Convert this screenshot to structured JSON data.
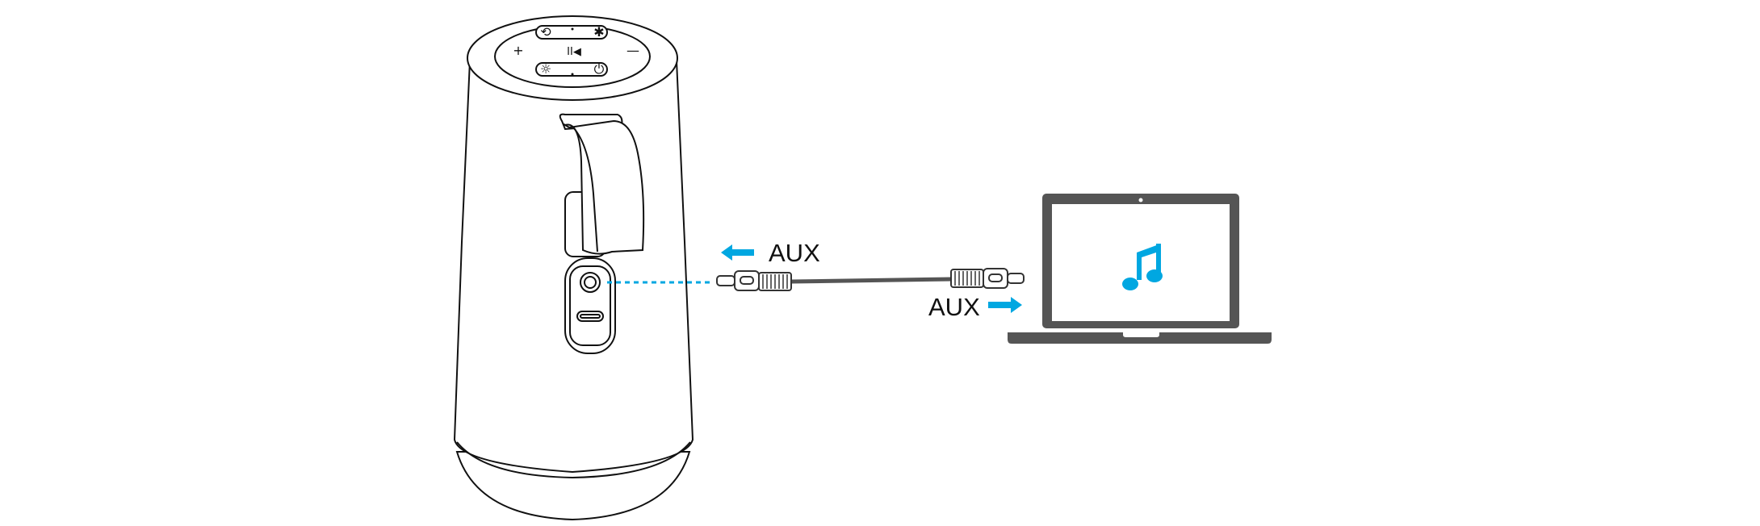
{
  "diagram": {
    "labels": {
      "aux_input": "AUX",
      "aux_output": "AUX"
    },
    "speaker_buttons": {
      "volume_up": "+",
      "volume_down": "—",
      "play_pause": "II◀"
    },
    "icons": [
      "speaker",
      "carry-strap",
      "aux-port",
      "usb-c-port",
      "aux-cable",
      "arrow-left",
      "arrow-right",
      "laptop",
      "music-note-icon",
      "bluetooth-icon",
      "light-icon",
      "power-icon",
      "party-icon"
    ],
    "colors": {
      "accent": "#00a7e1",
      "laptop": "#555555",
      "line": "#111111"
    }
  }
}
